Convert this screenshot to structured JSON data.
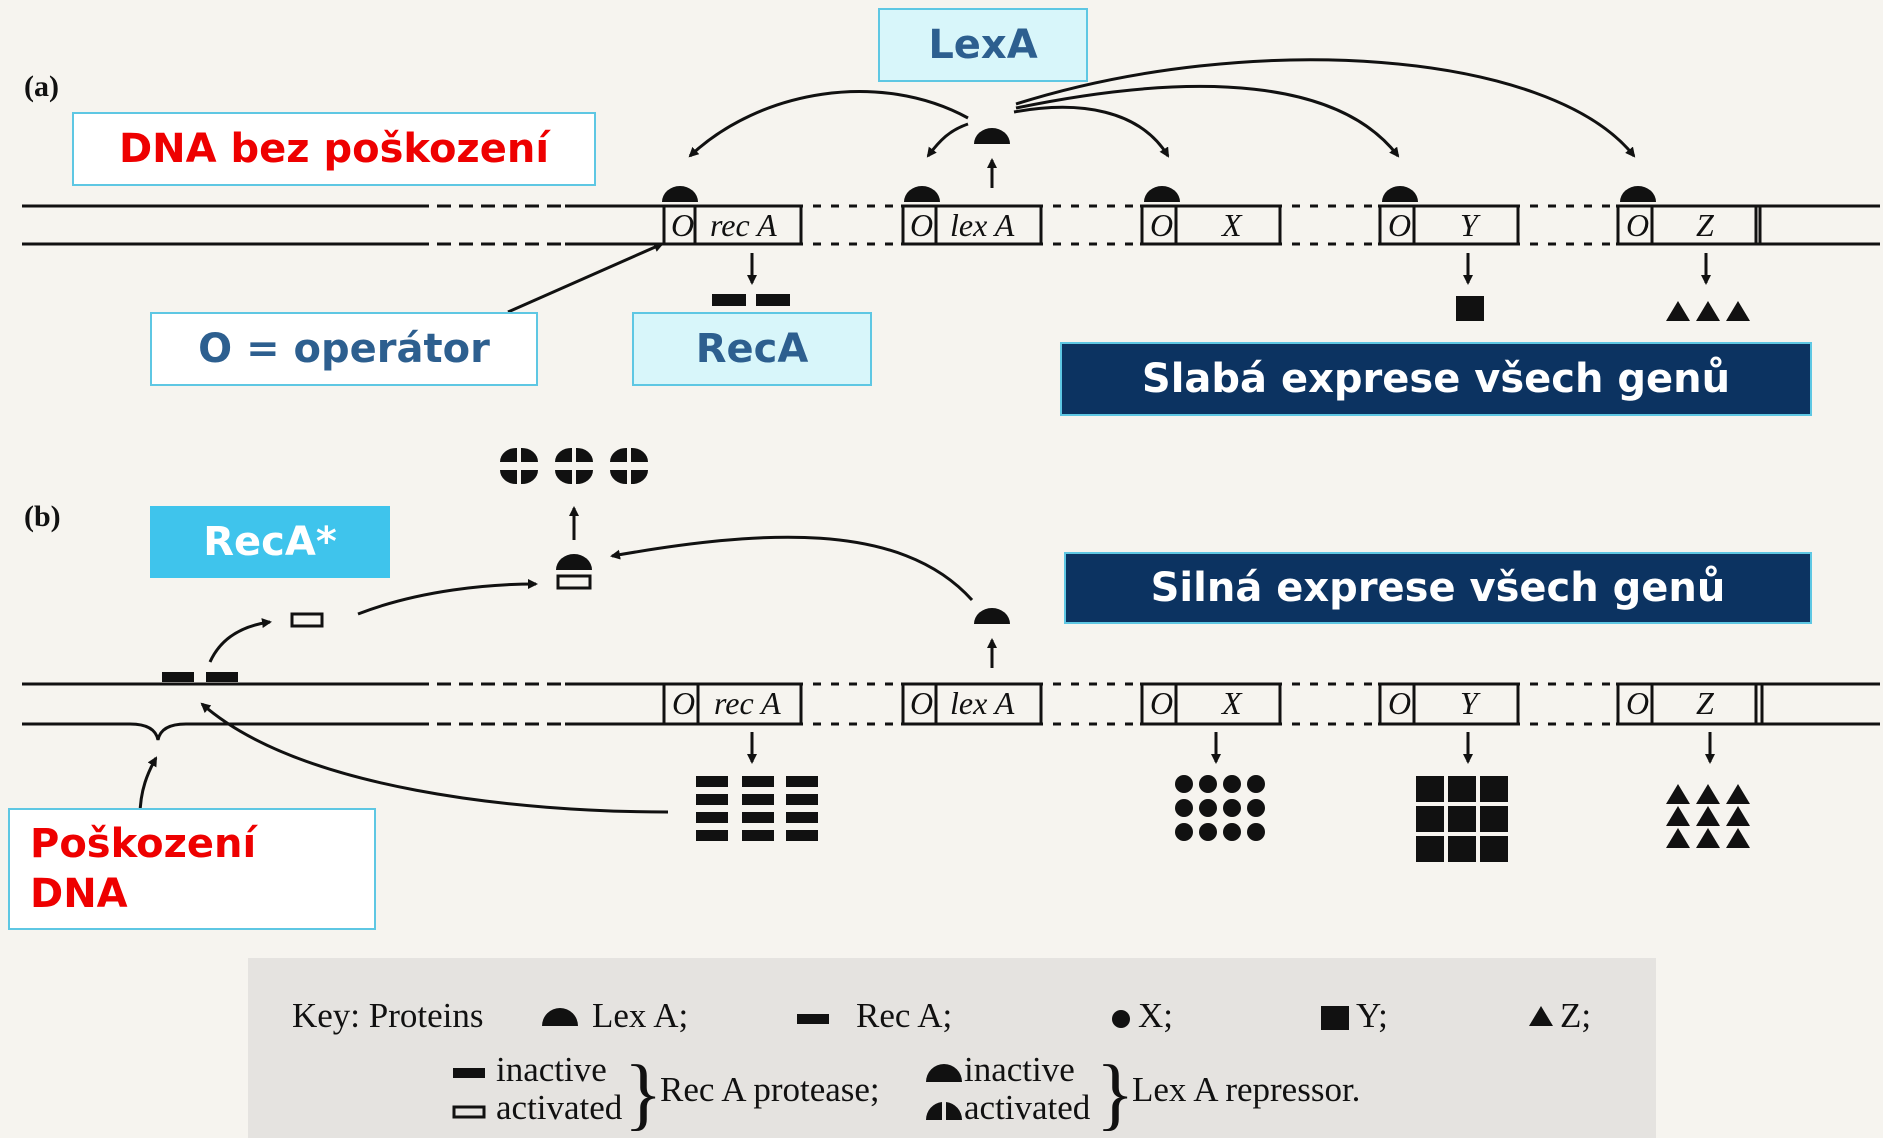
{
  "panels": {
    "a": "(a)",
    "b": "(b)"
  },
  "genes": {
    "operator": "O",
    "recA": "rec A",
    "lexA": "lex A",
    "x": "X",
    "y": "Y",
    "z": "Z"
  },
  "callouts": {
    "lexA": "LexA",
    "dna_ok": "DNA bez poškození",
    "operator": "O = operátor",
    "recA": "RecA",
    "weak": "Slabá exprese všech genů",
    "recA_star": "RecA*",
    "strong": "Silná exprese všech genů",
    "damage_line1": "Poškození",
    "damage_line2": "DNA"
  },
  "key": {
    "title": "Key: Proteins",
    "lexA": "Lex A;",
    "recA": "Rec A;",
    "x": "X;",
    "y": "Y;",
    "z": "Z;",
    "inactive": "inactive",
    "activated": "activated",
    "recA_protease": "Rec A protease;",
    "lexA_repressor": "Lex A repressor."
  },
  "colors": {
    "red_text": "#ee0000",
    "blue_text": "#2d5f8f",
    "navy": "#0c3361",
    "cyan_fill": "#d8f6fa",
    "cyan_border": "#5ec7e3",
    "bright_cyan": "#3fc4ec"
  }
}
